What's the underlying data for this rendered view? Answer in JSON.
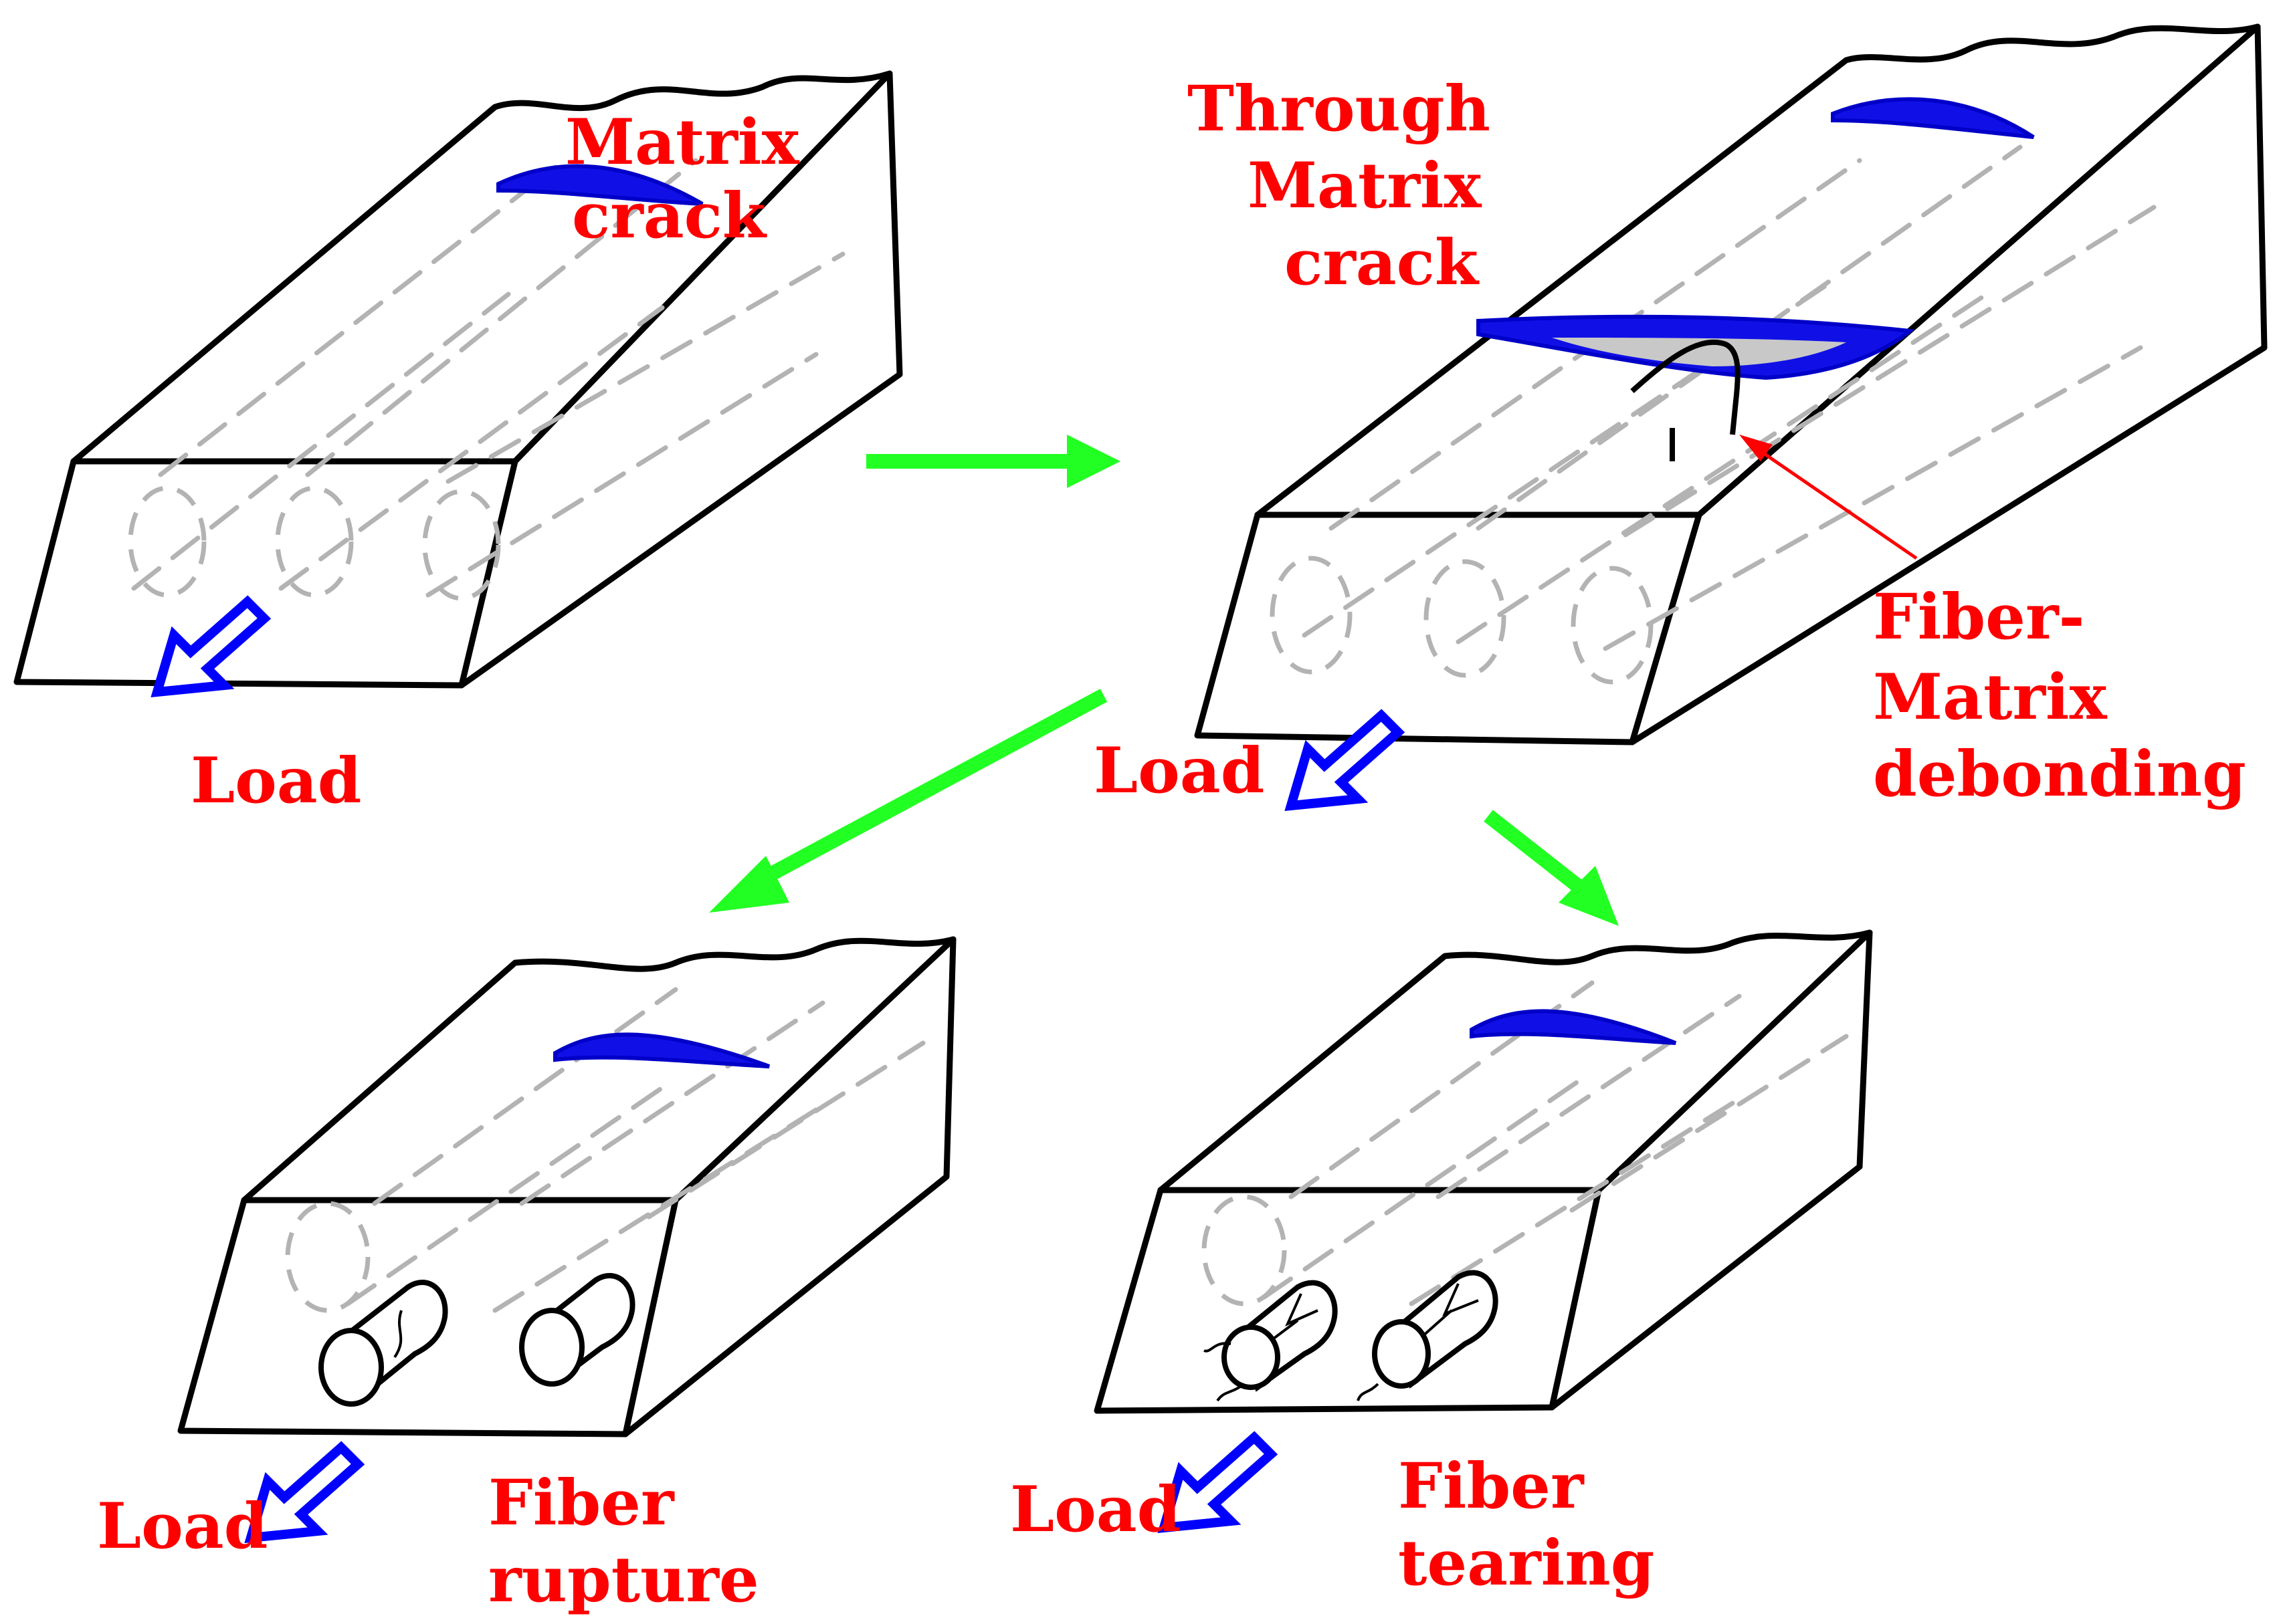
{
  "colors": {
    "label": "#ff0000",
    "crack": "#0000ff",
    "flow_arrow": "#22ff22",
    "load_arrow": "#0000ff",
    "hidden_fiber": "#b3b3b3"
  },
  "stages": [
    {
      "id": "stage-1",
      "labels": {
        "crack_line1": "Matrix",
        "crack_line2": "crack",
        "load": "Load"
      }
    },
    {
      "id": "stage-2",
      "labels": {
        "crack_line1": "Through",
        "crack_line2": "Matrix",
        "crack_line3": "crack",
        "debond_line1": "Fiber-",
        "debond_line2": "Matrix",
        "debond_line3": "debonding",
        "load": "Load"
      }
    },
    {
      "id": "stage-3",
      "labels": {
        "mode_line1": "Fiber",
        "mode_line2": "rupture",
        "load": "Load"
      }
    },
    {
      "id": "stage-4",
      "labels": {
        "mode_line1": "Fiber",
        "mode_line2": "tearing",
        "load": "Load"
      }
    }
  ],
  "icons": {
    "flow_arrow": "arrow-right",
    "load_arrow": "hollow-arrow-down-left"
  }
}
